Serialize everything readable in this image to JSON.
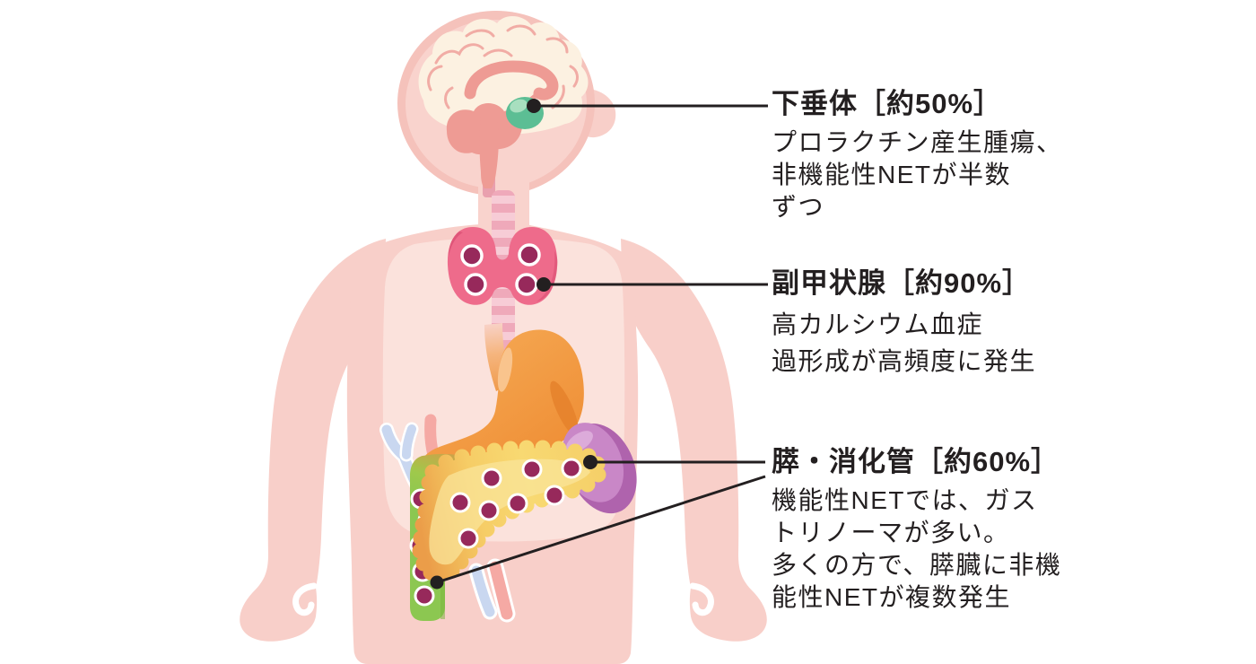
{
  "annotations": [
    {
      "id": "pituitary",
      "title": "下垂体［約50%］",
      "lines": [
        "プロラクチン産生腫瘍、",
        "非機能性NETが半数",
        "ずつ"
      ]
    },
    {
      "id": "parathyroid",
      "title": "副甲状腺［約90%］",
      "lines": [
        "高カルシウム血症",
        "過形成が高頻度に発生"
      ]
    },
    {
      "id": "pancreas-gi",
      "title": "膵・消化管［約60%］",
      "lines": [
        "機能性NETでは、ガス",
        "トリノーマが多い。",
        "多くの方で、膵臓に非機",
        "能性NETが複数発生"
      ]
    }
  ],
  "organs": [
    {
      "name": "brain",
      "color": "#FCF1E1"
    },
    {
      "name": "pituitary-gland",
      "color": "#5CBE94"
    },
    {
      "name": "thyroid",
      "color": "#EE6B8B"
    },
    {
      "name": "parathyroid-glands",
      "color": "#97295B"
    },
    {
      "name": "stomach",
      "color": "#F0913B"
    },
    {
      "name": "pancreas",
      "color": "#F7D66F"
    },
    {
      "name": "duodenum",
      "color": "#8CC751"
    },
    {
      "name": "spleen",
      "color": "#C580C2"
    },
    {
      "name": "tumor-dots",
      "color": "#97295B"
    }
  ],
  "style": {
    "skin": "#F8CFC9",
    "chest": "#FBE2DC",
    "text_and_lines": "#231F20",
    "background": "#FFFFFF"
  }
}
